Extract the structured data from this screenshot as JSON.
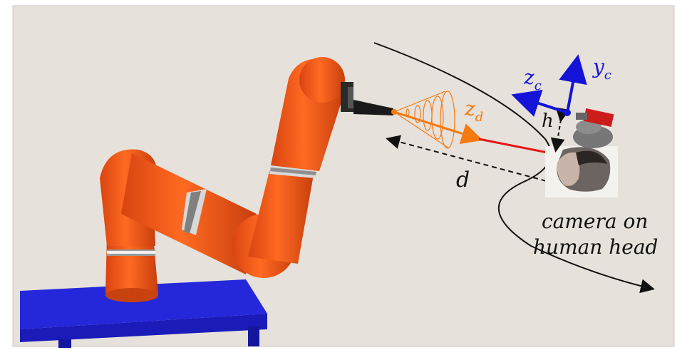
{
  "labels": {
    "zc_base": "z",
    "zc_sub": "c",
    "yc_base": "y",
    "yc_sub": "c",
    "zd_base": "z",
    "zd_sub": "d",
    "h": "h",
    "d": "d",
    "caption_line1": "camera on",
    "caption_line2": "human head"
  },
  "colors": {
    "background": "#E6E1DA",
    "robot_orange": "#F25A17",
    "table_blue": "#1F20D6",
    "camera_axes": "#1414D8",
    "desired_axis": "#F57A12",
    "sight_line": "#E51515",
    "trajectory": "#111111"
  }
}
